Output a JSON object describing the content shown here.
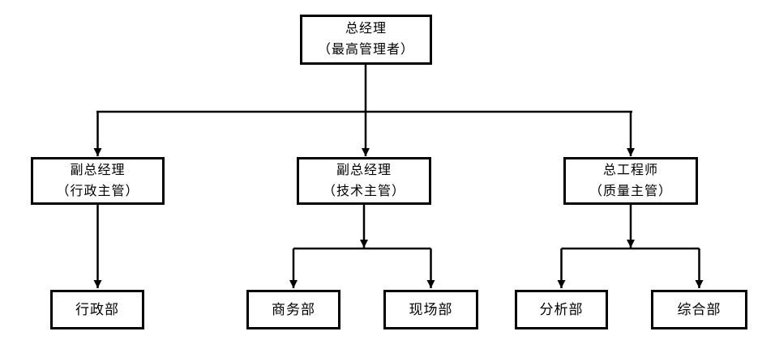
{
  "diagram": {
    "type": "org-chart",
    "background_color": "#ffffff",
    "line_color": "#000000",
    "text_color": "#000000",
    "nodes": {
      "general_manager": {
        "line1": "总经理",
        "line2": "（最高管理者）"
      },
      "deputy_gm_admin": {
        "line1": "副总经理",
        "line2": "（行政主管）"
      },
      "deputy_gm_tech": {
        "line1": "副总经理",
        "line2": "（技术主管）"
      },
      "chief_engineer": {
        "line1": "总工程师",
        "line2": "（质量主管）"
      },
      "admin_dept": {
        "label": "行政部"
      },
      "business_dept": {
        "label": "商务部"
      },
      "site_dept": {
        "label": "现场部"
      },
      "analysis_dept": {
        "label": "分析部"
      },
      "general_affairs_dept": {
        "label": "综合部"
      }
    },
    "edges": [
      {
        "from": "general_manager",
        "to": "deputy_gm_admin"
      },
      {
        "from": "general_manager",
        "to": "deputy_gm_tech"
      },
      {
        "from": "general_manager",
        "to": "chief_engineer"
      },
      {
        "from": "deputy_gm_admin",
        "to": "admin_dept"
      },
      {
        "from": "deputy_gm_tech",
        "to": "business_dept"
      },
      {
        "from": "deputy_gm_tech",
        "to": "site_dept"
      },
      {
        "from": "chief_engineer",
        "to": "analysis_dept"
      },
      {
        "from": "chief_engineer",
        "to": "general_affairs_dept"
      }
    ]
  }
}
